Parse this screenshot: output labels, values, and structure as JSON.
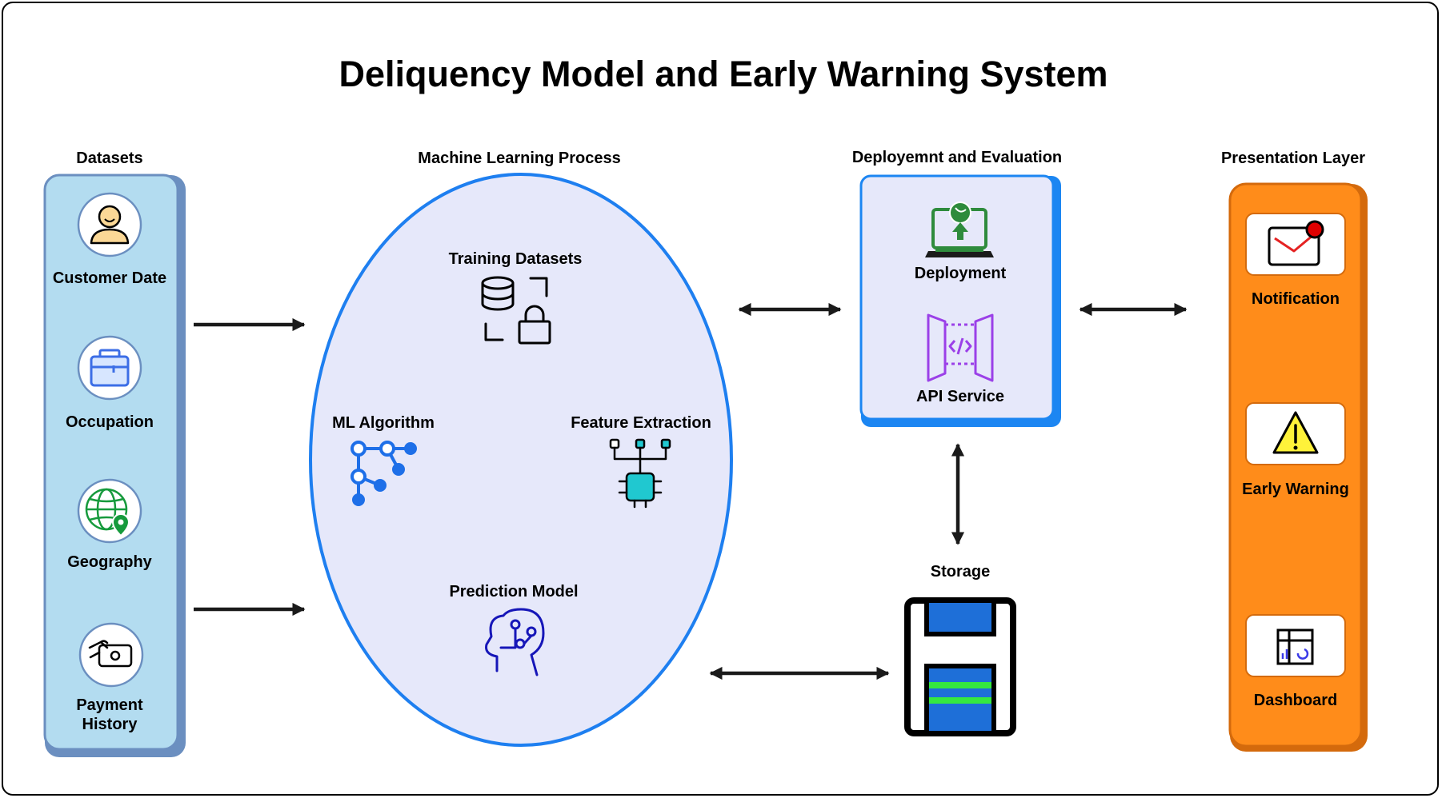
{
  "title": "Deliquency Model and Early Warning System",
  "sections": {
    "datasets": "Datasets",
    "ml_process": "Machine Learning Process",
    "deployment": "Deployemnt and Evaluation",
    "presentation": "Presentation Layer"
  },
  "datasets": {
    "customer": "Customer Date",
    "occupation": "Occupation",
    "geography": "Geography",
    "payment_line1": "Payment",
    "payment_line2": "History"
  },
  "ml": {
    "training": "Training Datasets",
    "algorithm": "ML Algorithm",
    "feature": "Feature Extraction",
    "prediction": "Prediction Model"
  },
  "deployment": {
    "deploy": "Deployment",
    "api": "API Service"
  },
  "storage": "Storage",
  "presentation": {
    "notification": "Notification",
    "warning": "Early Warning",
    "dashboard": "Dashboard"
  },
  "colors": {
    "datasets_fill": "#b3dcf0",
    "datasets_shadow": "#6b8fc0",
    "ellipse_fill": "#e6e8fa",
    "ellipse_stroke": "#1e7ff0",
    "deploy_fill": "#e6e8fa",
    "deploy_shadow": "#1c86f2",
    "presentation_fill": "#ff8c1a",
    "presentation_shadow": "#d46a0c",
    "arrow": "#1a1a1a"
  }
}
